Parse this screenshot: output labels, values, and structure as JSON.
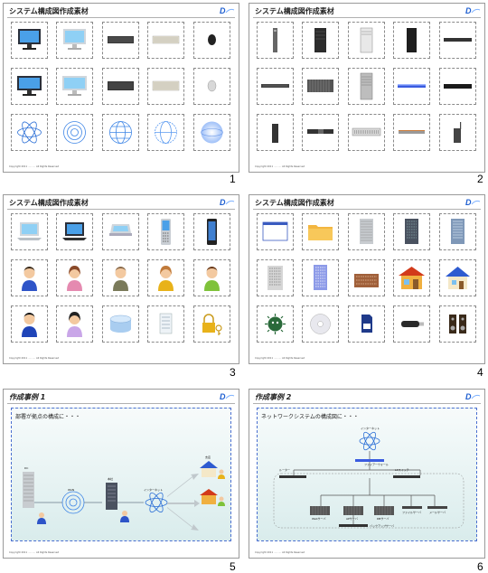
{
  "slides": [
    {
      "number": "1",
      "title": "システム構成図作成素材",
      "footer": "Copyright 2011 ·········· All Rights Reserved"
    },
    {
      "number": "2",
      "title": "システム構成図作成素材",
      "footer": "Copyright 2011 ·········· All Rights Reserved"
    },
    {
      "number": "3",
      "title": "システム構成図作成素材",
      "footer": "Copyright 2011 ·········· All Rights Reserved"
    },
    {
      "number": "4",
      "title": "システム構成図作成素材",
      "footer": "Copyright 2011 ·········· All Rights Reserved"
    },
    {
      "number": "5",
      "title": "作成事例 1",
      "subtitle": "部署が拠点の構成に・・・",
      "footer": "Copyright 2011 ·········· All Rights Reserved",
      "labels": {
        "dc": "DC",
        "wan": "WAN",
        "office": "本社",
        "internet": "インターネット",
        "branch": "支店"
      }
    },
    {
      "number": "6",
      "title": "作成事例 2",
      "subtitle": "ネットワークシステムの構成図に・・・",
      "footer": "Copyright 2011 ·········· All Rights Reserved",
      "labels": {
        "internet": "インターネット",
        "router": "ルーター",
        "firewall": "ファイアーウォール",
        "l3": "L3スイッチ",
        "web": "Webサーバ",
        "ap": "APサーバ",
        "db": "DBサーバ",
        "backup": "バックアップサーバ",
        "file": "ファイルサーバ",
        "mail": "メールサーバ"
      }
    }
  ],
  "colors": {
    "accent": "#1f5fd0",
    "frame": "#9a9a9a"
  }
}
